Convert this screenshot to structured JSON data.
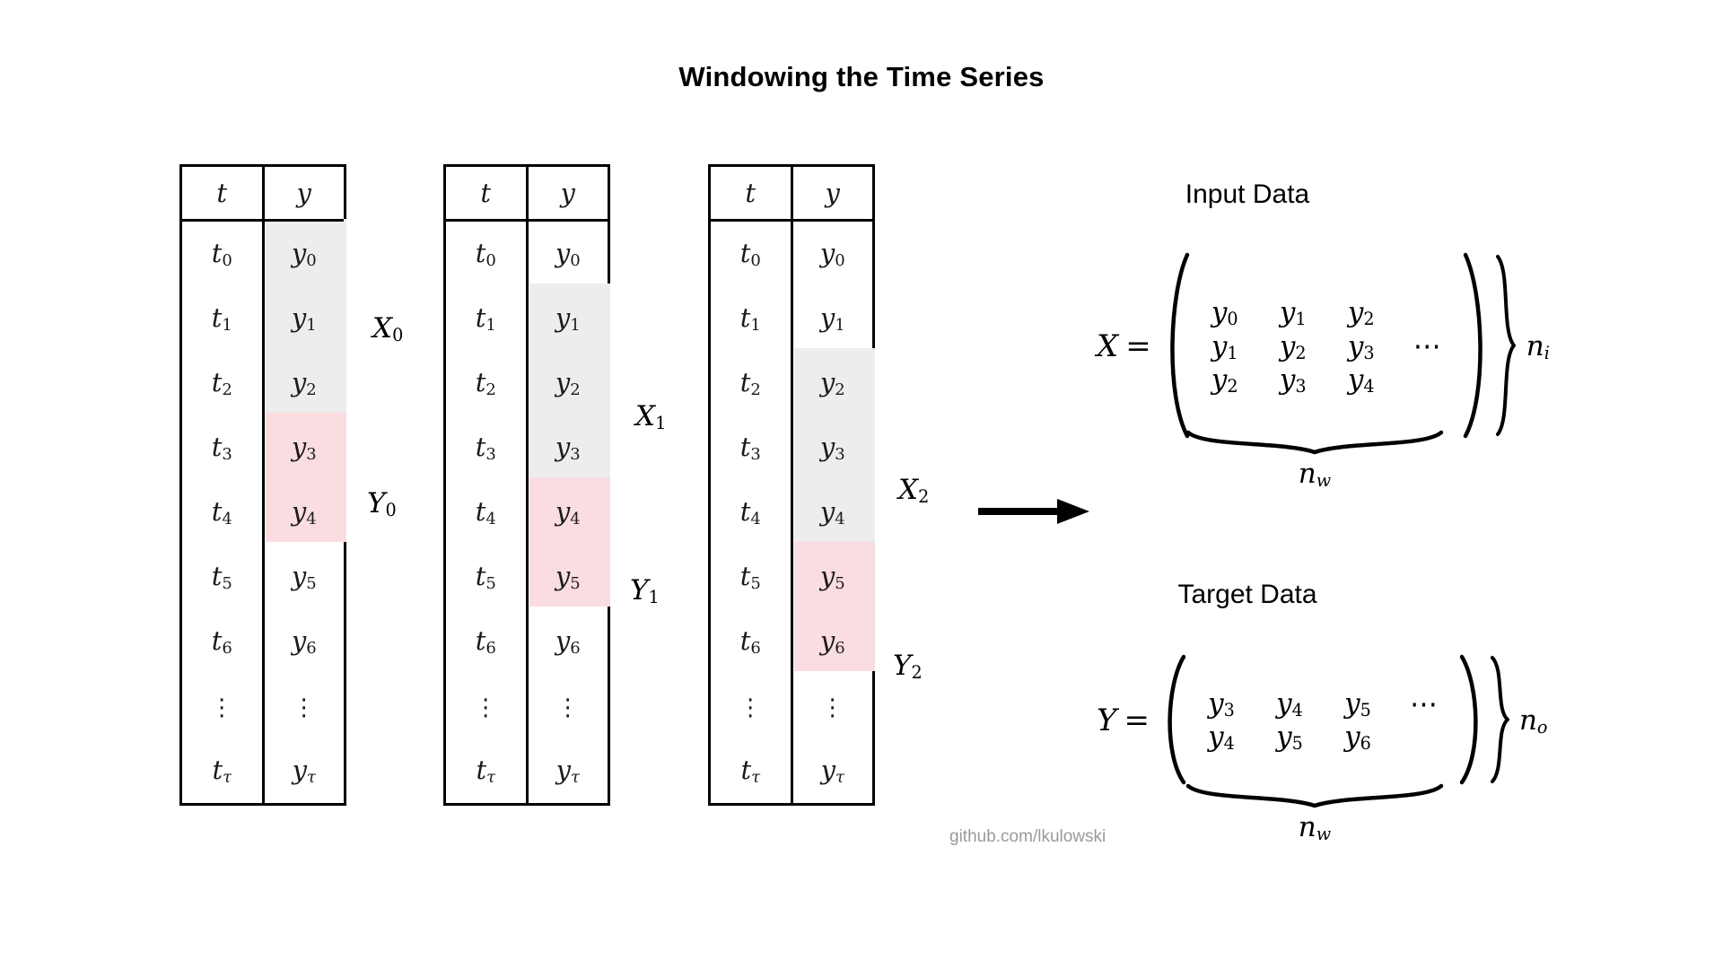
{
  "title": "Windowing the Time Series",
  "watermark": "github.com/lkulowski",
  "colors": {
    "input_window_highlight": "#ecedec",
    "target_window_highlight": "#fadde1",
    "table_border": "#000000",
    "text": "#000000",
    "watermark_text": "#9a9a9a",
    "background": "#ffffff"
  },
  "tables": {
    "headers": {
      "time": "t",
      "value": "y"
    },
    "row_labels": {
      "time": [
        "t0",
        "t1",
        "t2",
        "t3",
        "t4",
        "t5",
        "t6",
        "⋮",
        "tτ"
      ],
      "value": [
        "y0",
        "y1",
        "y2",
        "y3",
        "y4",
        "y5",
        "y6",
        "⋮",
        "yτ"
      ]
    },
    "instances": [
      {
        "name": "window-0",
        "input_label": "X0",
        "target_label": "Y0",
        "input_rows": [
          "y0",
          "y1",
          "y2"
        ],
        "target_rows": [
          "y3",
          "y4"
        ]
      },
      {
        "name": "window-1",
        "input_label": "X1",
        "target_label": "Y1",
        "input_rows": [
          "y1",
          "y2",
          "y3"
        ],
        "target_rows": [
          "y4",
          "y5"
        ]
      },
      {
        "name": "window-2",
        "input_label": "X2",
        "target_label": "Y2",
        "input_rows": [
          "y2",
          "y3",
          "y4"
        ],
        "target_rows": [
          "y5",
          "y6"
        ]
      }
    ]
  },
  "matrices": {
    "input": {
      "caption": "Input Data",
      "symbol": "X",
      "equals": "=",
      "rows": [
        [
          "y0",
          "y1",
          "y2"
        ],
        [
          "y1",
          "y2",
          "y3"
        ],
        [
          "y2",
          "y3",
          "y4"
        ]
      ],
      "ellipsis": "⋯",
      "row_brace_label": "ni",
      "col_brace_label": "nw"
    },
    "target": {
      "caption": "Target Data",
      "symbol": "Y",
      "equals": "=",
      "rows": [
        [
          "y3",
          "y4",
          "y5"
        ],
        [
          "y4",
          "y5",
          "y6"
        ]
      ],
      "ellipsis": "⋯",
      "row_brace_label": "no",
      "col_brace_label": "nw"
    }
  },
  "arrow": {
    "label": "flow-arrow",
    "direction": "right"
  }
}
